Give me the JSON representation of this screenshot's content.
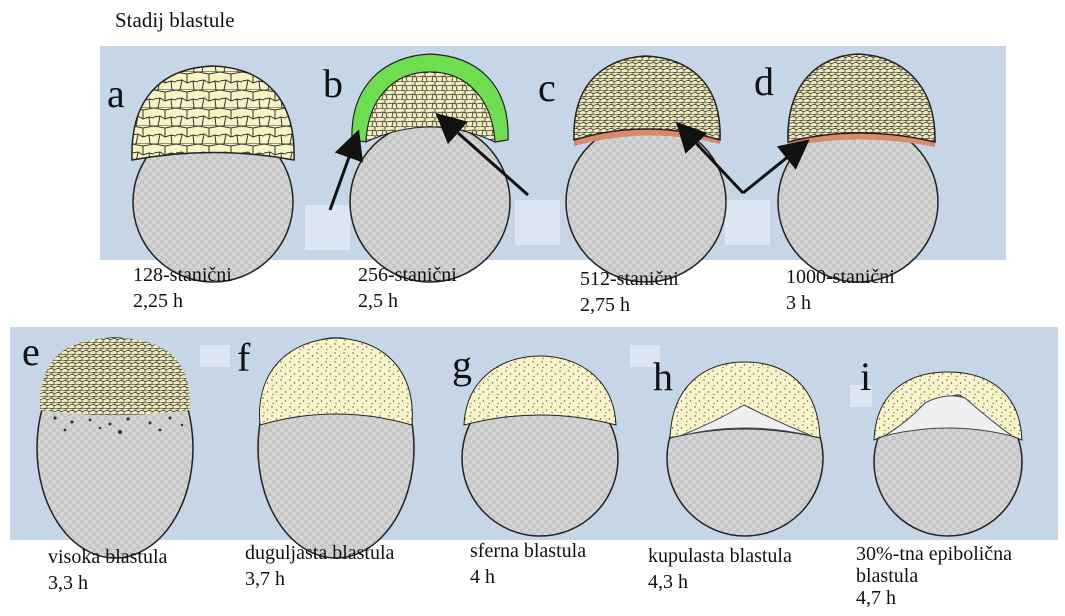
{
  "title": "Stadij blastule",
  "colors": {
    "panel_bg": "#c7d6e6",
    "yolk": "#d2d2d2",
    "blastoderm": "#f8f3c2",
    "enveloping_layer": "#6ede50",
    "ysl": "#d98a6a",
    "outline": "#222222",
    "arrow": "#111111"
  },
  "stages": [
    {
      "letter": "a",
      "line1": "128-stanični",
      "line2": "2,25 h",
      "line3": ""
    },
    {
      "letter": "b",
      "line1": "256-stanični",
      "line2": "2,5 h",
      "line3": ""
    },
    {
      "letter": "c",
      "line1": "512-stanični",
      "line2": "2,75 h",
      "line3": ""
    },
    {
      "letter": "d",
      "line1": "1000-stanični",
      "line2": "3 h",
      "line3": ""
    },
    {
      "letter": "e",
      "line1": "visoka blastula",
      "line2": "3,3 h",
      "line3": ""
    },
    {
      "letter": "f",
      "line1": "duguljasta blastula",
      "line2": "3,7 h",
      "line3": ""
    },
    {
      "letter": "g",
      "line1": "sferna blastula",
      "line2": "4 h",
      "line3": ""
    },
    {
      "letter": "h",
      "line1": "kupulasta blastula",
      "line2": "4,3 h",
      "line3": ""
    },
    {
      "letter": "i",
      "line1": "30%-tna epibolična",
      "line2": "blastula",
      "line3": "4,7 h"
    }
  ]
}
